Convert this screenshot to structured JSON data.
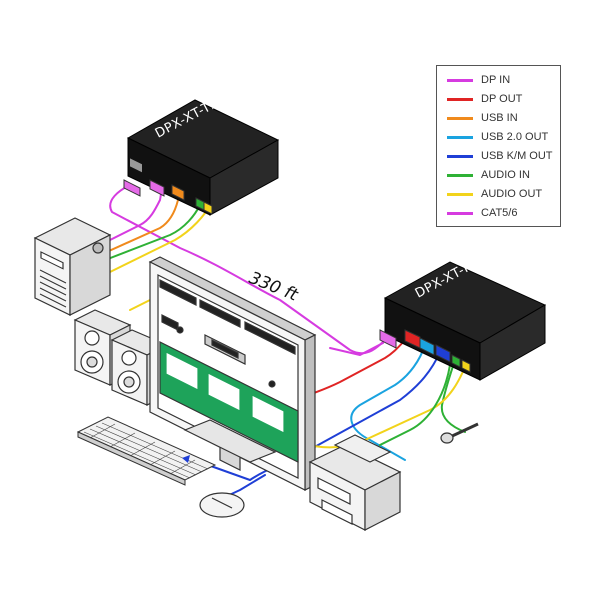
{
  "legend": {
    "items": [
      {
        "label": "DP IN",
        "color": "#d63be0"
      },
      {
        "label": "DP OUT",
        "color": "#e02424"
      },
      {
        "label": "USB IN",
        "color": "#f08a1c"
      },
      {
        "label": "USB 2.0 OUT",
        "color": "#1aa3e0"
      },
      {
        "label": "USB K/M OUT",
        "color": "#1f3fd6"
      },
      {
        "label": "AUDIO IN",
        "color": "#2eb135"
      },
      {
        "label": "AUDIO OUT",
        "color": "#f2d31b"
      },
      {
        "label": "CAT5/6",
        "color": "#d63be0"
      }
    ]
  },
  "devices": {
    "tx_label": "DPX-XT-TX",
    "rx_label": "DPX-XT-RX"
  },
  "distance_label": "330 ft",
  "icons": [
    "pc-tower-icon",
    "speakers-icon",
    "monitor-icon",
    "keyboard-icon",
    "mouse-icon",
    "printer-icon",
    "microphone-icon"
  ]
}
